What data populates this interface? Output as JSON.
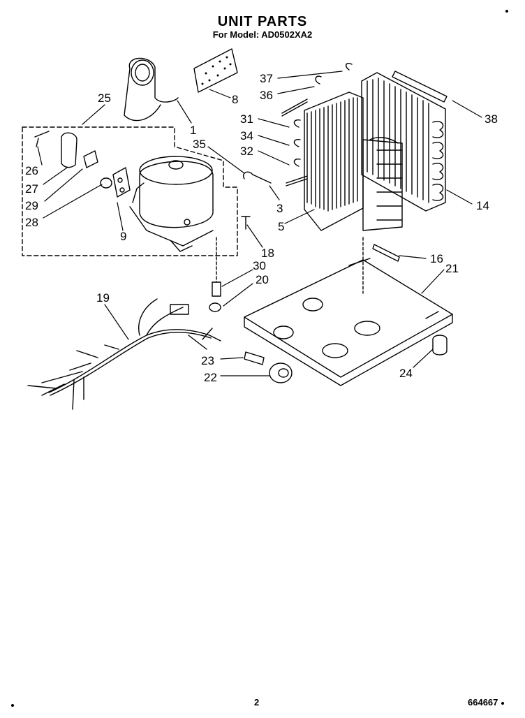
{
  "title": "UNIT PARTS",
  "subtitle": "For Model: AD0502XA2",
  "page_number": "2",
  "document_number": "664667",
  "callouts": [
    {
      "id": "37",
      "label": "37"
    },
    {
      "id": "36",
      "label": "36"
    },
    {
      "id": "38",
      "label": "38"
    },
    {
      "id": "8",
      "label": "8"
    },
    {
      "id": "25",
      "label": "25"
    },
    {
      "id": "1",
      "label": "1"
    },
    {
      "id": "35",
      "label": "35"
    },
    {
      "id": "31",
      "label": "31"
    },
    {
      "id": "34",
      "label": "34"
    },
    {
      "id": "32",
      "label": "32"
    },
    {
      "id": "26",
      "label": "26"
    },
    {
      "id": "27",
      "label": "27"
    },
    {
      "id": "29",
      "label": "29"
    },
    {
      "id": "28",
      "label": "28"
    },
    {
      "id": "9",
      "label": "9"
    },
    {
      "id": "3",
      "label": "3"
    },
    {
      "id": "5",
      "label": "5"
    },
    {
      "id": "14",
      "label": "14"
    },
    {
      "id": "18",
      "label": "18"
    },
    {
      "id": "30",
      "label": "30"
    },
    {
      "id": "20",
      "label": "20"
    },
    {
      "id": "16",
      "label": "16"
    },
    {
      "id": "21",
      "label": "21"
    },
    {
      "id": "19",
      "label": "19"
    },
    {
      "id": "23",
      "label": "23"
    },
    {
      "id": "22",
      "label": "22"
    },
    {
      "id": "24",
      "label": "24"
    }
  ]
}
